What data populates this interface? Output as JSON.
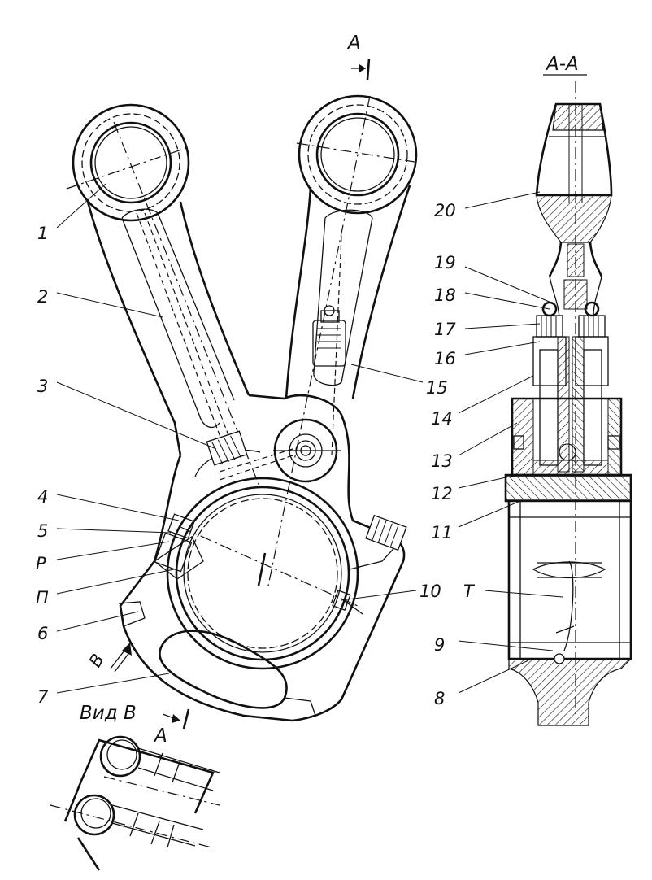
{
  "titles": {
    "section_view": "A-A",
    "cut_mark": "A",
    "cut_mark_lower": "A",
    "view_b_title": "Вид В",
    "view_b_arrow": "В"
  },
  "callouts": [
    {
      "id": "1",
      "text": "1"
    },
    {
      "id": "2",
      "text": "2"
    },
    {
      "id": "3",
      "text": "3"
    },
    {
      "id": "4",
      "text": "4"
    },
    {
      "id": "5",
      "text": "5"
    },
    {
      "id": "P",
      "text": "Р"
    },
    {
      "id": "Pi",
      "text": "П"
    },
    {
      "id": "6",
      "text": "6"
    },
    {
      "id": "7",
      "text": "7"
    },
    {
      "id": "8",
      "text": "8"
    },
    {
      "id": "9",
      "text": "9"
    },
    {
      "id": "T",
      "text": "Т"
    },
    {
      "id": "10",
      "text": "10"
    },
    {
      "id": "11",
      "text": "11"
    },
    {
      "id": "12",
      "text": "12"
    },
    {
      "id": "13",
      "text": "13"
    },
    {
      "id": "14",
      "text": "14"
    },
    {
      "id": "15",
      "text": "15"
    },
    {
      "id": "16",
      "text": "16"
    },
    {
      "id": "17",
      "text": "17"
    },
    {
      "id": "18",
      "text": "18"
    },
    {
      "id": "19",
      "text": "19"
    },
    {
      "id": "20",
      "text": "20"
    }
  ]
}
